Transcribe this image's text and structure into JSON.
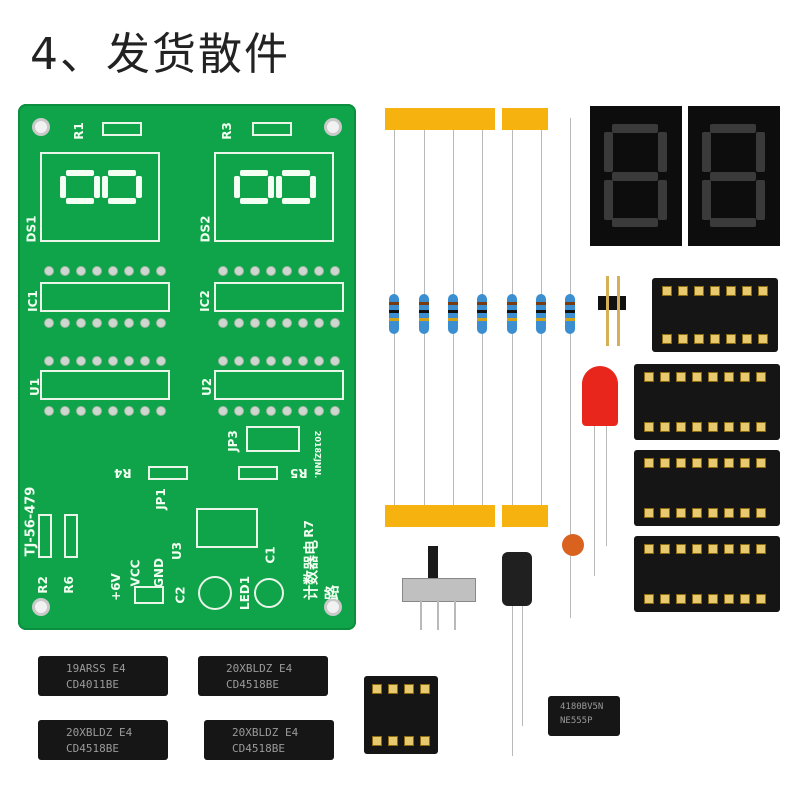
{
  "title": "4、发货散件",
  "pcb": {
    "labels": {
      "r1": "R1",
      "r3": "R3",
      "ds1": "DS1",
      "ds2": "DS2",
      "ic1": "IC1",
      "ic2": "IC2",
      "u1": "U1",
      "u2": "U2",
      "jp3": "JP3",
      "jp1": "JP1",
      "r4": "R4",
      "r5": "R5",
      "r7": "R7",
      "u3": "U3",
      "c1": "C1",
      "c2": "C2",
      "led1": "LED1",
      "r2": "R2",
      "r6": "R6",
      "model": "TJ-56-479",
      "vcc": "VCC",
      "gnd": "GND",
      "plus6v": "+6V",
      "circuit_name": "计数器电路",
      "date": "2018ZJNN."
    }
  },
  "chips": [
    {
      "line1": "19ARSS E4",
      "line2": "CD4011BE"
    },
    {
      "line1": "20XBLDZ E4",
      "line2": "CD4518BE"
    },
    {
      "line1": "20XBLDZ E4",
      "line2": "CD4518BE"
    },
    {
      "line1": "20XBLDZ E4",
      "line2": "CD4518BE"
    }
  ],
  "small_chip": {
    "line1": "4180BV5N",
    "line2": "NE555P"
  },
  "colors": {
    "pcb": "#0fa44a",
    "tape": "#f6b20e",
    "resistor": "#3b8fd1",
    "led": "#e8261c",
    "capacitor_ceramic": "#d9621f"
  }
}
